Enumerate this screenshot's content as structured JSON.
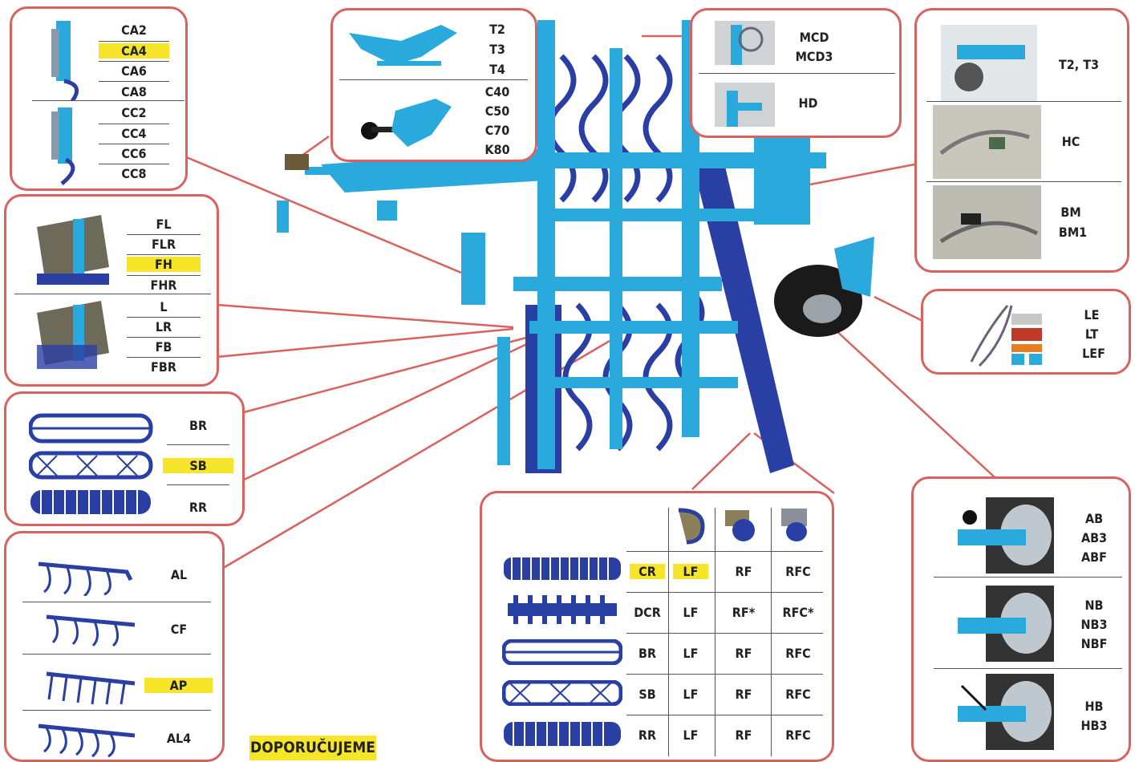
{
  "top_left_cultivators": {
    "items": [
      "CA2",
      "CA4",
      "CA6",
      "CA8",
      "CC2",
      "CC4",
      "CC6",
      "CC8"
    ],
    "highlighted": "CA4"
  },
  "top_center_hitches": {
    "items_top": [
      "T2",
      "T3",
      "T4"
    ],
    "items_bottom": [
      "C40",
      "C50",
      "C70",
      "K80"
    ]
  },
  "top_depth_control": {
    "items_top": [
      "MCD",
      "MCD3"
    ],
    "items_bottom": [
      "HD"
    ]
  },
  "top_right_hydraulics": {
    "items": [
      "T2, T3",
      "HC",
      "BM",
      "BM1"
    ]
  },
  "left_levelers": {
    "items": [
      "FL",
      "FLR",
      "FH",
      "FHR",
      "L",
      "LR",
      "FB",
      "FBR"
    ],
    "highlighted": "FH"
  },
  "left_rollers": {
    "items": [
      "BR",
      "SB",
      "RR"
    ],
    "highlighted": "SB"
  },
  "left_tines": {
    "items": [
      "AL",
      "CF",
      "AP",
      "AL4"
    ],
    "highlighted": "AP"
  },
  "lights": {
    "items": [
      "LE",
      "LT",
      "LEF"
    ]
  },
  "rear_roller_table": {
    "rows": [
      [
        "CR",
        "LF",
        "RF",
        "RFC"
      ],
      [
        "DCR",
        "LF",
        "RF*",
        "RFC*"
      ],
      [
        "BR",
        "LF",
        "RF",
        "RFC"
      ],
      [
        "SB",
        "LF",
        "RF",
        "RFC"
      ],
      [
        "RR",
        "LF",
        "RF",
        "RFC"
      ]
    ],
    "highlighted": [
      "CR",
      "LF"
    ]
  },
  "brakes": {
    "items": [
      "AB",
      "AB3",
      "ABF",
      "NB",
      "NB3",
      "NBF",
      "HB",
      "HB3"
    ]
  },
  "legend": {
    "recommend_label": "DOPORUČUJEME"
  },
  "colors": {
    "frame": "#2aa9dc",
    "tools": "#2a3fa3",
    "panel_border": "#d9615e",
    "highlight": "#f6e528"
  }
}
